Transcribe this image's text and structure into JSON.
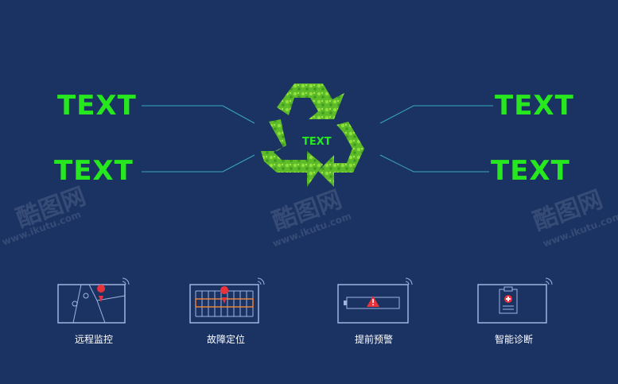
{
  "labels": {
    "top_left": "TEXT",
    "bottom_left": "TEXT",
    "top_right": "TEXT",
    "bottom_right": "TEXT",
    "center": "TEXT"
  },
  "features": [
    {
      "label": "远程监控",
      "icon": "map-pin-icon"
    },
    {
      "label": "故障定位",
      "icon": "grid-location-icon"
    },
    {
      "label": "提前预警",
      "icon": "warning-battery-icon"
    },
    {
      "label": "智能诊断",
      "icon": "clipboard-medical-icon"
    }
  ],
  "watermark": {
    "brand": "酷图网",
    "url": "www.ikutu.com"
  },
  "colors": {
    "background": "#1b3363",
    "accent_green": "#27e81f",
    "icon_stroke": "#9fb4e0",
    "alert_red": "#e8323c"
  }
}
